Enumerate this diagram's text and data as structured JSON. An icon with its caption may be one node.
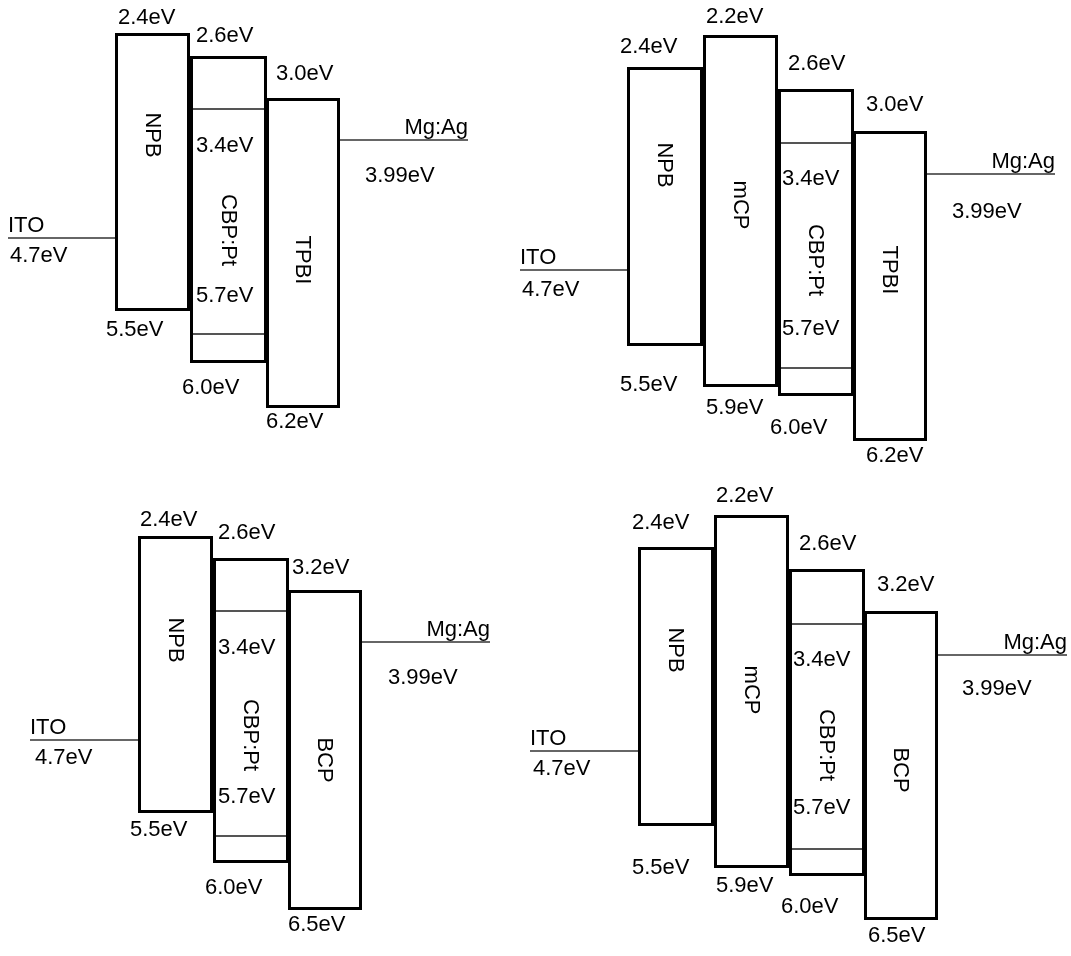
{
  "diagram": {
    "nodes": [
      {
        "text": [
          "NPB"
        ],
        "beside": [
          "2.4eV",
          "5.5eV"
        ]
      },
      {
        "text": [
          "3.4eV",
          "CBP:Pt",
          "5.7eV"
        ],
        "beside": [
          "2.6eV",
          "6.0eV"
        ]
      },
      {
        "text": [
          "TPBI"
        ],
        "beside": [
          "3.0eV",
          "6.2eV"
        ]
      },
      {
        "text": [
          "NPB"
        ],
        "beside": [
          "2.4eV",
          "5.5eV"
        ]
      },
      {
        "text": [
          "mCP"
        ],
        "beside": [
          "2.2eV",
          "5.9eV"
        ]
      },
      {
        "text": [
          "3.4eV",
          "CBP:Pt",
          "5.7eV"
        ],
        "beside": [
          "2.6eV",
          "6.0eV"
        ]
      },
      {
        "text": [
          "TPBI"
        ],
        "beside": [
          "3.0eV",
          "6.2eV"
        ]
      },
      {
        "text": [
          "NPB"
        ],
        "beside": [
          "2.4eV",
          "5.5eV"
        ]
      },
      {
        "text": [
          "3.4eV",
          "CBP:Pt",
          "5.7eV"
        ],
        "beside": [
          "2.6eV",
          "6.0eV"
        ]
      },
      {
        "text": [
          "BCP"
        ],
        "beside": [
          "3.2eV",
          "6.5eV"
        ]
      },
      {
        "text": [
          "NPB"
        ],
        "beside": [
          "2.4eV",
          "5.5eV"
        ]
      },
      {
        "text": [
          "mCP"
        ],
        "beside": [
          "2.2eV",
          "5.9eV"
        ]
      },
      {
        "text": [
          "3.4eV",
          "CBP:Pt",
          "5.7eV"
        ],
        "beside": [
          "2.6eV",
          "6.0eV"
        ]
      },
      {
        "text": [
          "BCP"
        ],
        "beside": [
          "3.2eV",
          "6.5eV"
        ]
      },
      {
        "text": [
          "ITO"
        ],
        "beside": [
          "4.7eV"
        ]
      },
      {
        "text": [
          "Mg:Ag"
        ],
        "beside": [
          "3.99eV"
        ]
      },
      {
        "text": [
          "ITO"
        ],
        "beside": [
          "4.7eV"
        ]
      },
      {
        "text": [
          "Mg:Ag"
        ],
        "beside": [
          "3.99eV"
        ]
      },
      {
        "text": [
          "ITO"
        ],
        "beside": [
          "4.7eV"
        ]
      },
      {
        "text": [
          "Mg:Ag"
        ],
        "beside": [
          "3.99eV"
        ]
      },
      {
        "text": [
          "ITO"
        ],
        "beside": [
          "4.7eV"
        ]
      },
      {
        "text": [
          "Mg:Ag"
        ],
        "beside": [
          "3.99eV"
        ]
      }
    ],
    "edges": [
      {
        "from": 14,
        "to": 0,
        "arrow": "none"
      },
      {
        "from": 2,
        "to": 15,
        "arrow": "none"
      },
      {
        "from": 16,
        "to": 3,
        "arrow": "none"
      },
      {
        "from": 6,
        "to": 17,
        "arrow": "none"
      },
      {
        "from": 18,
        "to": 7,
        "arrow": "none"
      },
      {
        "from": 9,
        "to": 19,
        "arrow": "none"
      },
      {
        "from": 20,
        "to": 10,
        "arrow": "none"
      },
      {
        "from": 13,
        "to": 21,
        "arrow": "none"
      }
    ]
  }
}
